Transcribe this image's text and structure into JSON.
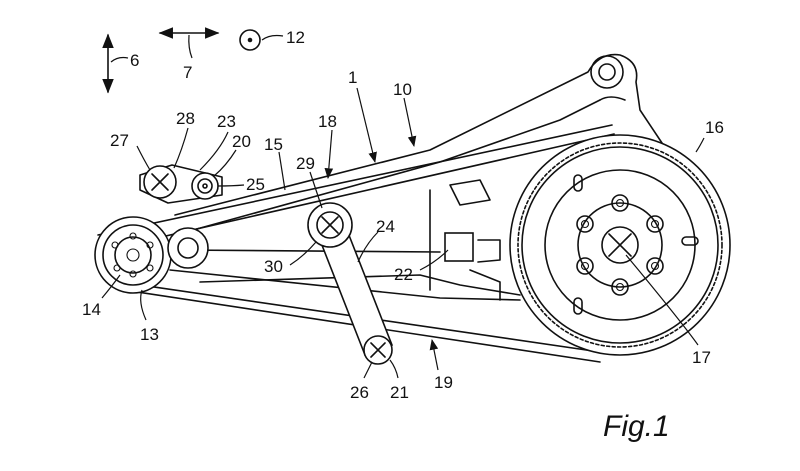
{
  "figure_caption": "Fig.1",
  "labels": {
    "l1": "1",
    "l6": "6",
    "l7": "7",
    "l10": "10",
    "l12": "12",
    "l13": "13",
    "l14": "14",
    "l15": "15",
    "l16": "16",
    "l17": "17",
    "l18": "18",
    "l19": "19",
    "l20": "20",
    "l21": "21",
    "l22": "22",
    "l23": "23",
    "l24": "24",
    "l25": "25",
    "l26": "26",
    "l27": "27",
    "l28": "28",
    "l29": "29",
    "l30": "30"
  },
  "icons": [
    "vertical-arrow-icon",
    "horizontal-arrow-icon",
    "out-of-plane-axis-icon"
  ]
}
